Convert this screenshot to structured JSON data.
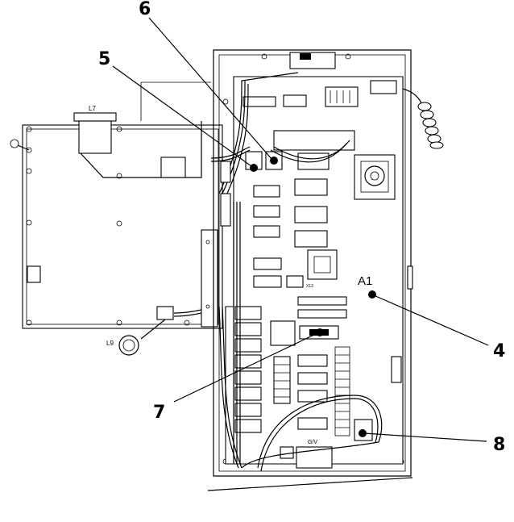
{
  "callouts": {
    "c4": "4",
    "c5": "5",
    "c6": "6",
    "c7": "7",
    "c8": "8"
  },
  "labels": {
    "board": "A1",
    "choke_top": "L7",
    "choke_bottom": "L9",
    "connector_gv": "G/V",
    "connector_x13": "X13"
  }
}
